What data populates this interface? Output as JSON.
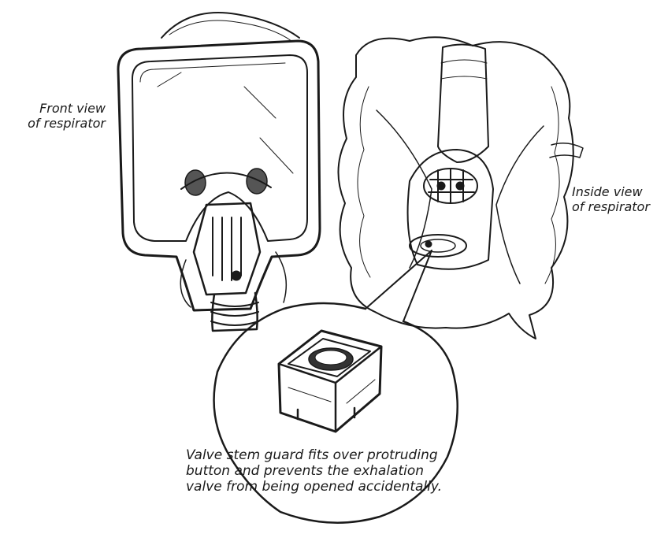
{
  "labels": {
    "front_view": [
      "Front view",
      "of respirator"
    ],
    "inside_view": [
      "Inside view",
      "of respirator"
    ],
    "callout_caption": [
      "Valve stem guard fits over protruding",
      "button and prevents the exhalation",
      "valve from being opened accidentally."
    ]
  },
  "illustrations": {
    "front": "respirator-front-view",
    "inside": "respirator-inside-view",
    "callout": "valve-stem-guard-detail"
  },
  "colors": {
    "ink": "#1a1a1a",
    "background": "#ffffff"
  }
}
